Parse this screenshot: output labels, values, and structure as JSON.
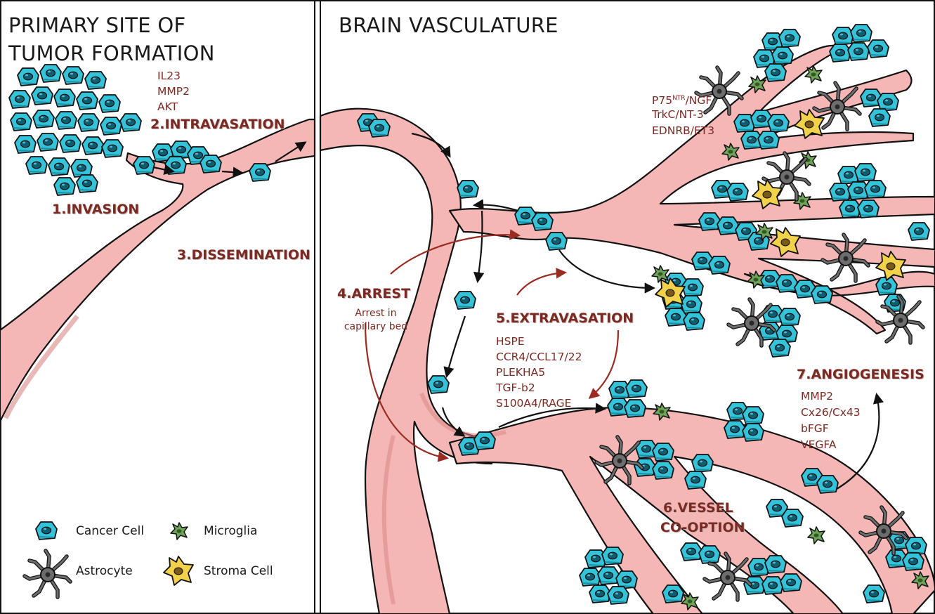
{
  "panels": {
    "left_title_line1": "PRIMARY SITE OF",
    "left_title_line2": "TUMOR FORMATION",
    "right_title": "BRAIN VASCULATURE"
  },
  "steps": {
    "invasion": "1.INVASION",
    "intravasation": "2.INTRAVASATION",
    "dissemination": "3.DISSEMINATION",
    "arrest": "4.ARREST",
    "arrest_note_line1": "Arrest in",
    "arrest_note_line2": "capillary bed",
    "extravasation": "5.EXTRAVASATION",
    "vessel_line1": "6.VESSEL",
    "vessel_line2": "CO-OPTION",
    "angiogenesis": "7.ANGIOGENESIS"
  },
  "factors": {
    "intravasation": [
      "IL23",
      "MMP2",
      "AKT"
    ],
    "colonization": {
      "p75_main": "P75",
      "p75_sup": "NTR",
      "p75_rest": "/NGF",
      "items": [
        "TrkC/NT-3",
        "EDNRB/ET3"
      ]
    },
    "extravasation": [
      "HSPE",
      "CCR4/CCL17/22",
      "PLEKHA5",
      "TGF-b2",
      "S100A4/RAGE"
    ],
    "angiogenesis": [
      "MMP2",
      "Cx26/Cx43",
      "bFGF",
      "VEGFA"
    ]
  },
  "legend": {
    "cancer_cell": "Cancer Cell",
    "microglia": "Microglia",
    "astrocyte": "Astrocyte",
    "stroma_cell": "Stroma Cell"
  },
  "colors": {
    "vessel": "#f4b7b5",
    "vessel_shadow": "#d98985",
    "cancer_cell": "#35c3d9",
    "cancer_nucleus": "#0e5e72",
    "microglia": "#6fa35a",
    "astrocyte": "#6d6d6d",
    "stroma": "#f1d24a",
    "label": "#7a2a22"
  }
}
